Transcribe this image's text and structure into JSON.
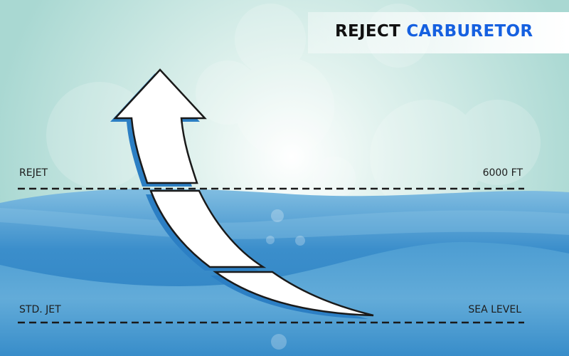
{
  "title": {
    "part1": "REJECT",
    "part2": "CARBURETOR"
  },
  "colors": {
    "title_accent": "#1560e0",
    "water": "#2f86c6",
    "sky": "#c3e4de"
  },
  "levels": [
    {
      "left_label": "REJET",
      "right_label": "6000 FT"
    },
    {
      "left_label": "STD. JET",
      "right_label": "SEA LEVEL"
    }
  ]
}
